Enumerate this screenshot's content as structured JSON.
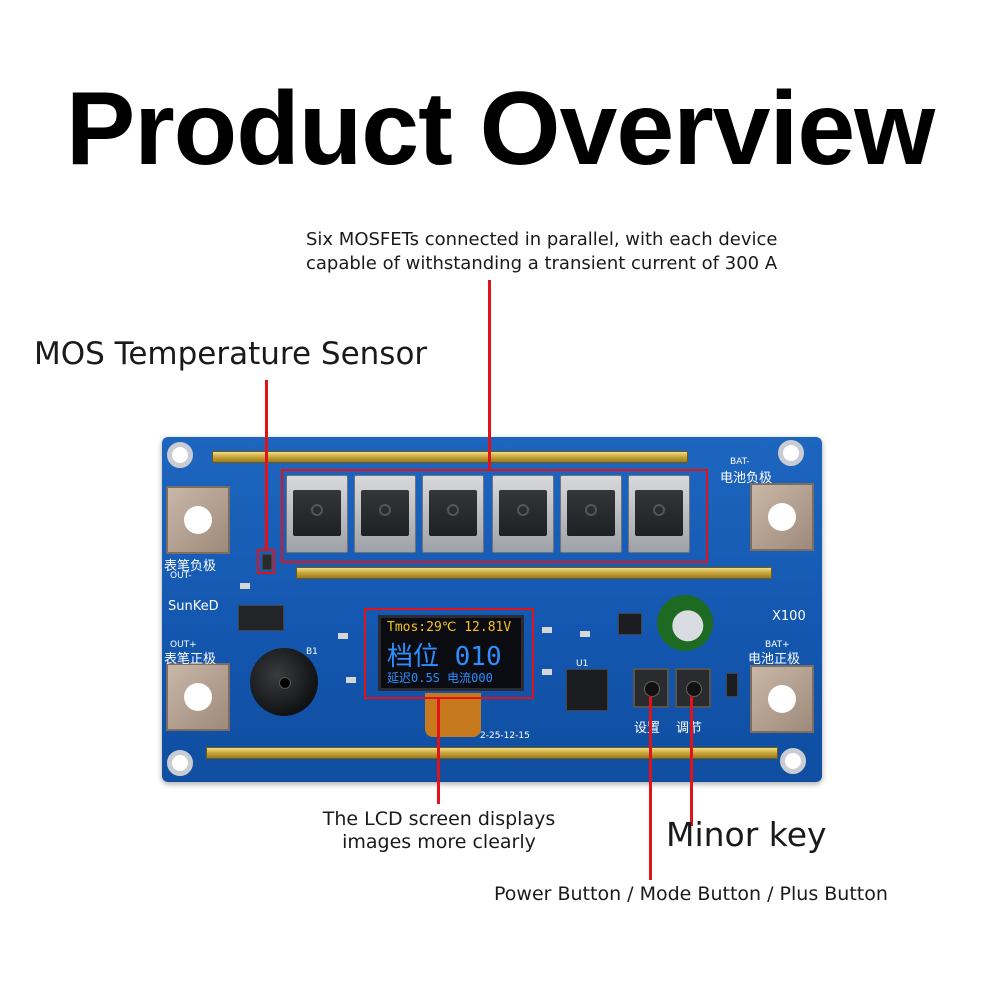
{
  "title": "Product Overview",
  "callouts": {
    "mosfet": "Six MOSFETs connected in parallel, with each device capable of withstanding a transient current of 300 A",
    "sensor": "MOS Temperature Sensor",
    "lcd": "The LCD screen displays images more clearly",
    "minor_key": "Minor key",
    "buttons": "Power Button / Mode Button / Plus Button"
  },
  "board": {
    "brand": "SunKeD",
    "model": "X100",
    "bat_neg_en": "BAT-",
    "bat_neg_cn": "电池负极",
    "bat_pos_en": "BAT+",
    "bat_pos_cn": "电池正极",
    "pen_neg_cn": "表笔负极",
    "pen_neg_en": "OUT-",
    "pen_pos_en": "OUT+",
    "pen_pos_cn": "表笔正极",
    "btn_set_cn": "设置",
    "btn_adjust_cn": "调节",
    "buzzer_label": "B1",
    "chip_label": "U1",
    "date_code": "2-25-12-15"
  },
  "lcd": {
    "line1": "Tmos:29℃ 12.81V",
    "line2": "档位 010",
    "line3": "延迟0.5S 电流000"
  },
  "colors": {
    "accent": "#e0121a",
    "pcb": "#1457b0",
    "lcd_yellow": "#f5c21a",
    "lcd_blue": "#2d8fff"
  }
}
